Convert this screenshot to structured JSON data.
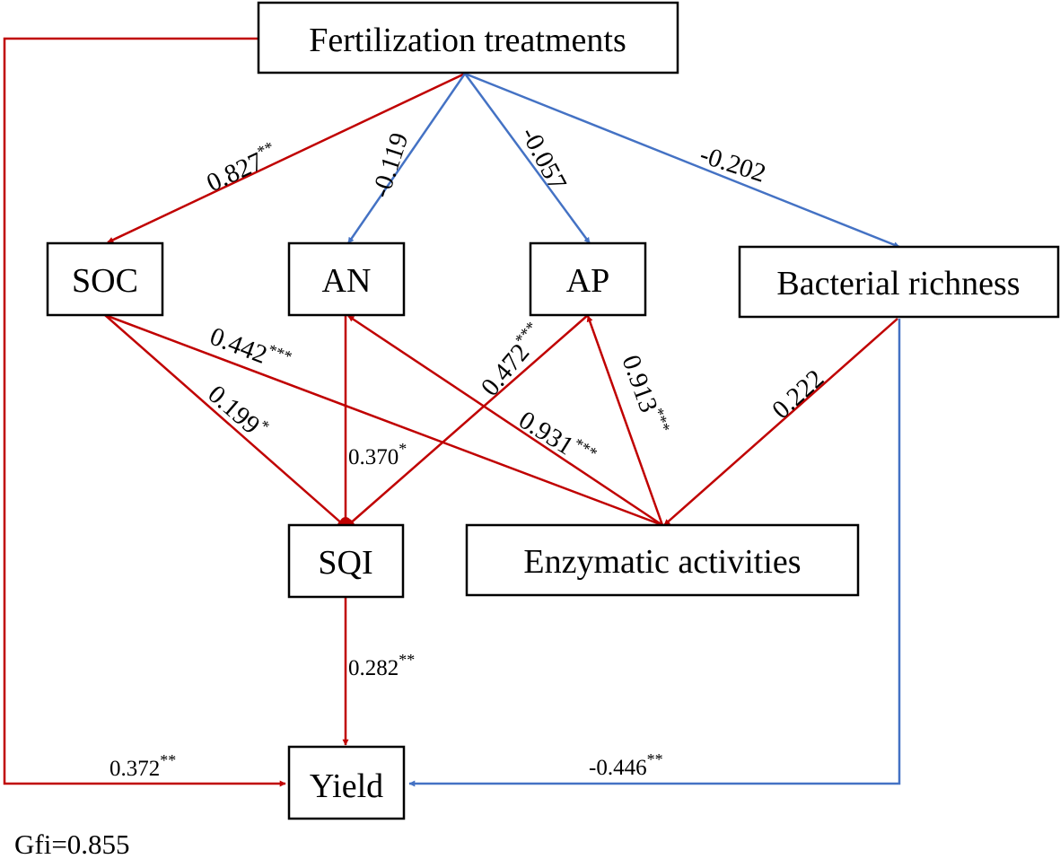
{
  "nodes": {
    "fertilization": "Fertilization treatments",
    "soc": "SOC",
    "an": "AN",
    "ap": "AP",
    "bacterial": "Bacterial richness",
    "sqi": "SQI",
    "enzymatic": "Enzymatic activities",
    "yield": "Yield"
  },
  "edges": {
    "fert_soc": {
      "value": "0.827",
      "sig": "**"
    },
    "fert_an": {
      "value": "-0.119",
      "sig": ""
    },
    "fert_ap": {
      "value": "-0.057",
      "sig": ""
    },
    "fert_bact": {
      "value": "-0.202",
      "sig": ""
    },
    "enz_soc": {
      "value": "0.442",
      "sig": "***"
    },
    "soc_sqi": {
      "value": "0.199",
      "sig": "*"
    },
    "an_sqi": {
      "value": "0.370",
      "sig": "*"
    },
    "ap_sqi": {
      "value": "0.472",
      "sig": "***"
    },
    "enz_an": {
      "value": "0.931",
      "sig": "***"
    },
    "enz_ap": {
      "value": "0.913",
      "sig": "***"
    },
    "bact_enz": {
      "value": "0.222",
      "sig": ""
    },
    "sqi_yield": {
      "value": "0.282",
      "sig": "**"
    },
    "fert_yield": {
      "value": "0.372",
      "sig": "**"
    },
    "bact_yield": {
      "value": "-0.446",
      "sig": "**"
    }
  },
  "fit": "Gfi=0.855",
  "colors": {
    "positive": "#c00000",
    "negative": "#4472c4",
    "text": "#000000"
  }
}
